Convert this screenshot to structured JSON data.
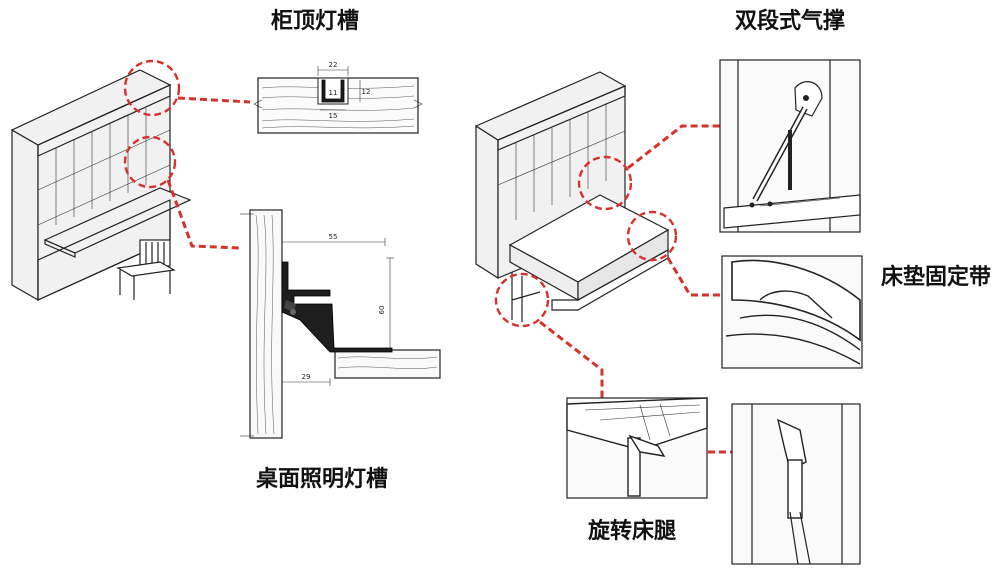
{
  "labels": {
    "cabinet_top_light": "柜顶灯槽",
    "two_stage_gas_strut": "双段式气撑",
    "desk_light_groove": "桌面照明灯槽",
    "mattress_strap": "床垫固定带",
    "rotating_bed_leg": "旋转床腿"
  },
  "dimensions": {
    "top_groove_width": "22",
    "top_groove_inner": "11",
    "top_groove_height": "12",
    "top_groove_bottom": "15",
    "desk_profile_width": "55",
    "desk_profile_height": "60",
    "desk_profile_bottom": "29"
  },
  "colors": {
    "callout": "#d6312b",
    "line": "#222222",
    "background": "#ffffff"
  }
}
